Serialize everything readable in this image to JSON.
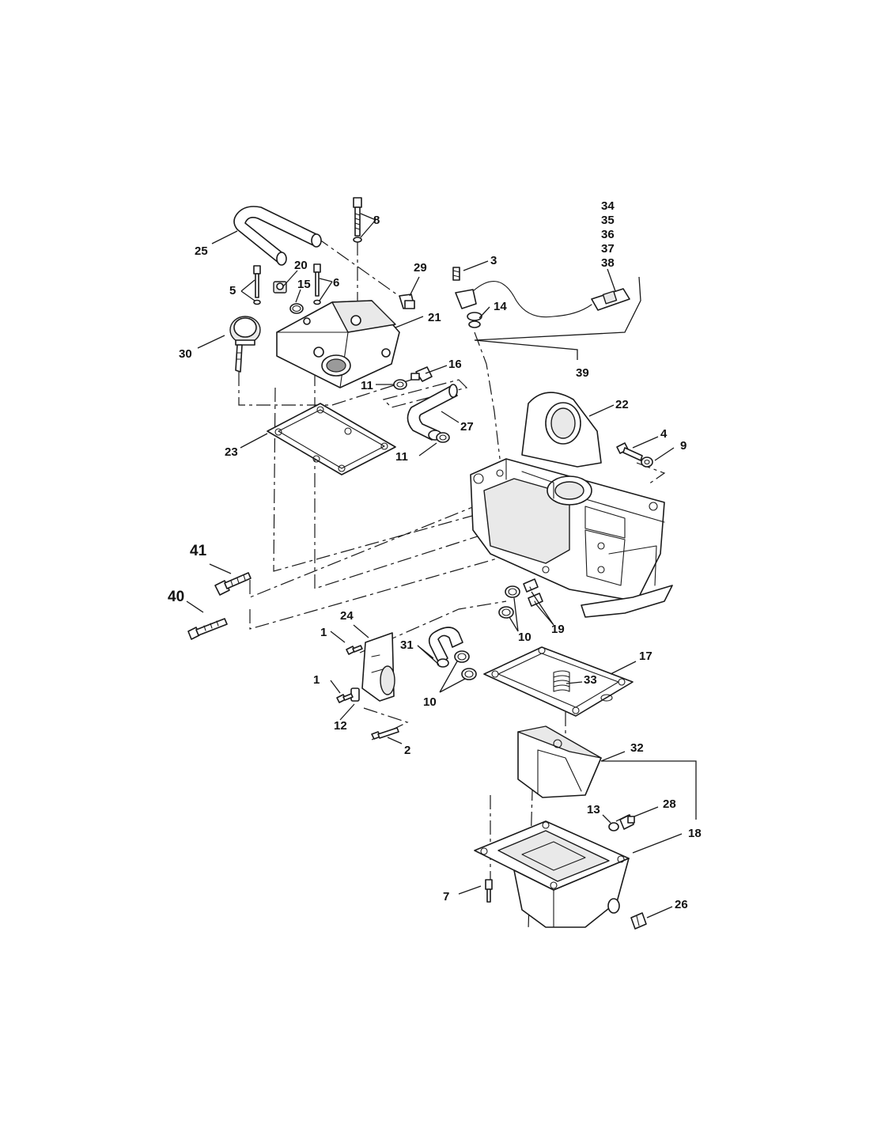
{
  "callouts": {
    "c1a": "1",
    "c1b": "1",
    "c2": "2",
    "c3": "3",
    "c4": "4",
    "c5": "5",
    "c6": "6",
    "c7": "7",
    "c8": "8",
    "c9": "9",
    "c10a": "10",
    "c10b": "10",
    "c11a": "11",
    "c11b": "11",
    "c12": "12",
    "c13": "13",
    "c14": "14",
    "c15": "15",
    "c16": "16",
    "c17": "17",
    "c18": "18",
    "c19": "19",
    "c20": "20",
    "c21": "21",
    "c22": "22",
    "c23": "23",
    "c24": "24",
    "c25": "25",
    "c26": "26",
    "c27": "27",
    "c28": "28",
    "c29": "29",
    "c30": "30",
    "c31": "31",
    "c32": "32",
    "c33": "33",
    "c34": "34",
    "c35": "35",
    "c36": "36",
    "c37": "37",
    "c38": "38",
    "c39": "39",
    "c40": "40",
    "c41": "41"
  }
}
